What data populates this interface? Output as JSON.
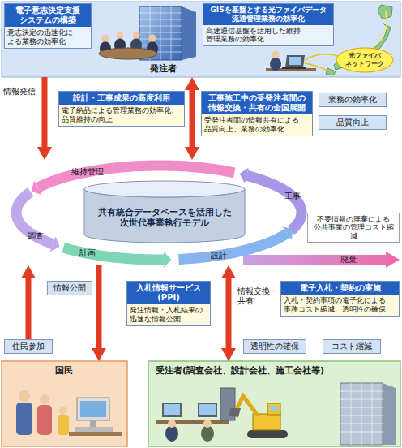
{
  "diagram": {
    "nodes": [
      {
        "text": [
          "発注者"
        ]
      },
      {
        "text": [
          "電子意志決定支援 システムの構築",
          "意志決定の迅速化に よる業務の効率化"
        ],
        "in": 0
      },
      {
        "text": [
          "GISを基盤とする光ファイバデータ 流通管理業務の効率化",
          "高速通信基盤を活用した維持 管理業務の効率化"
        ],
        "in": 0
      },
      {
        "text": [
          "光ファイバ ネットワーク"
        ],
        "in": 0
      },
      {
        "text": [
          "設計・工事成果の高度利用",
          "電子納品による管理業務の効率化、 品質維持の向上"
        ]
      },
      {
        "text": [
          "工事施工中の受発注者間の 情報交換・共有の全国展開",
          "受発注者間の情報共有による 品質向上、業務の効率化"
        ]
      },
      {
        "text": [
          "業務の効率化"
        ]
      },
      {
        "text": [
          "品質向上"
        ]
      },
      {
        "text": [
          "維持管理",
          "調査",
          "計画",
          "設計",
          "工事"
        ]
      },
      {
        "text": [
          "共有統合データベースを活用した 次世代事業執行モデル"
        ],
        "in": 8
      },
      {
        "text": [
          "不要情報の廃棄による 公共事業の管理コスト縮減"
        ]
      },
      {
        "text": [
          "情報公開"
        ]
      },
      {
        "text": [
          "入札情報サービス (PPI)",
          "発注情報・入札結果の 迅速な情報公開"
        ]
      },
      {
        "text": [
          "電子入札・契約の実施",
          "入札・契約事項の電子化による 事務コスト縮減、透明性の確保"
        ]
      },
      {
        "text": [
          "住民参加"
        ]
      },
      {
        "text": [
          "透明性の確保"
        ]
      },
      {
        "text": [
          "コスト縮減"
        ]
      },
      {
        "text": [
          "国民"
        ]
      },
      {
        "text": [
          "受注者(調査会社、設計会社、施工会社等)"
        ]
      }
    ],
    "edges": [
      {
        "from": 0,
        "to": 8,
        "arrow": "to",
        "label": "情報発信"
      },
      {
        "from": 0,
        "to": 8,
        "arrow": "both"
      },
      {
        "from": 8,
        "to": 17,
        "arrow": "to"
      },
      {
        "from": 14,
        "to": 8,
        "arrow": "to"
      },
      {
        "from": 8,
        "to": 18,
        "arrow": "both",
        "label": "情報交換・共有"
      }
    ],
    "labels": [
      "廃棄"
    ]
  }
}
